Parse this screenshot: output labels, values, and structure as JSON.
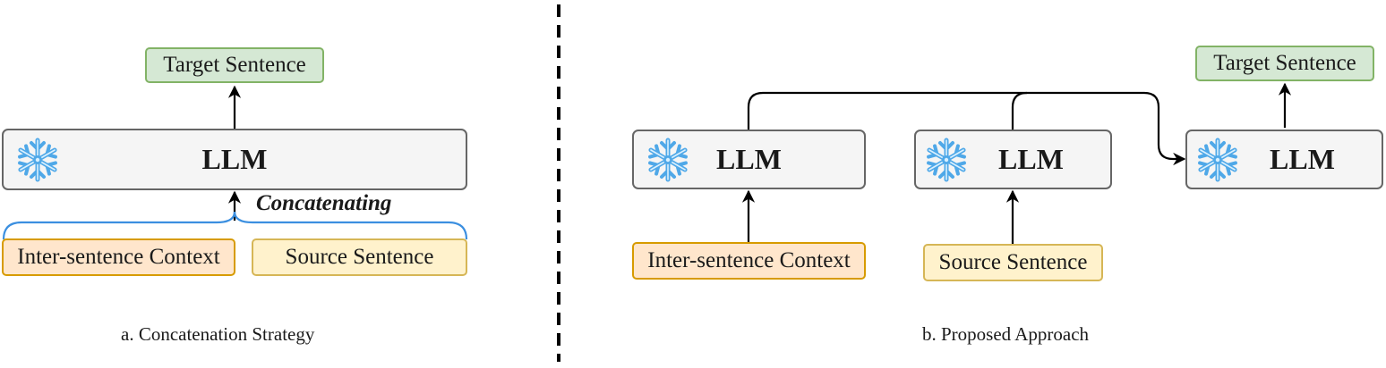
{
  "left_panel": {
    "target_label": "Target Sentence",
    "llm_label": "LLM",
    "concat_label": "Concatenating",
    "context_label": "Inter-sentence Context",
    "source_label": "Source Sentence",
    "caption": "a.  Concatenation Strategy"
  },
  "right_panel": {
    "llm1_label": "LLM",
    "llm2_label": "LLM",
    "llm3_label": "LLM",
    "target_label": "Target Sentence",
    "context_label": "Inter-sentence Context",
    "source_label": "Source Sentence",
    "caption": "b. Proposed Approach"
  },
  "icons": {
    "frozen": "snowflake-icon"
  },
  "colors": {
    "target_fill": "#d5e8d4",
    "target_border": "#82b366",
    "llm_fill": "#f5f5f5",
    "llm_border": "#666666",
    "context_fill": "#ffe6cc",
    "context_border": "#d79b00",
    "source_fill": "#fff2cc",
    "source_border": "#d6b656",
    "brace": "#3b8fe0",
    "snowflake": "#4fa8e8"
  }
}
